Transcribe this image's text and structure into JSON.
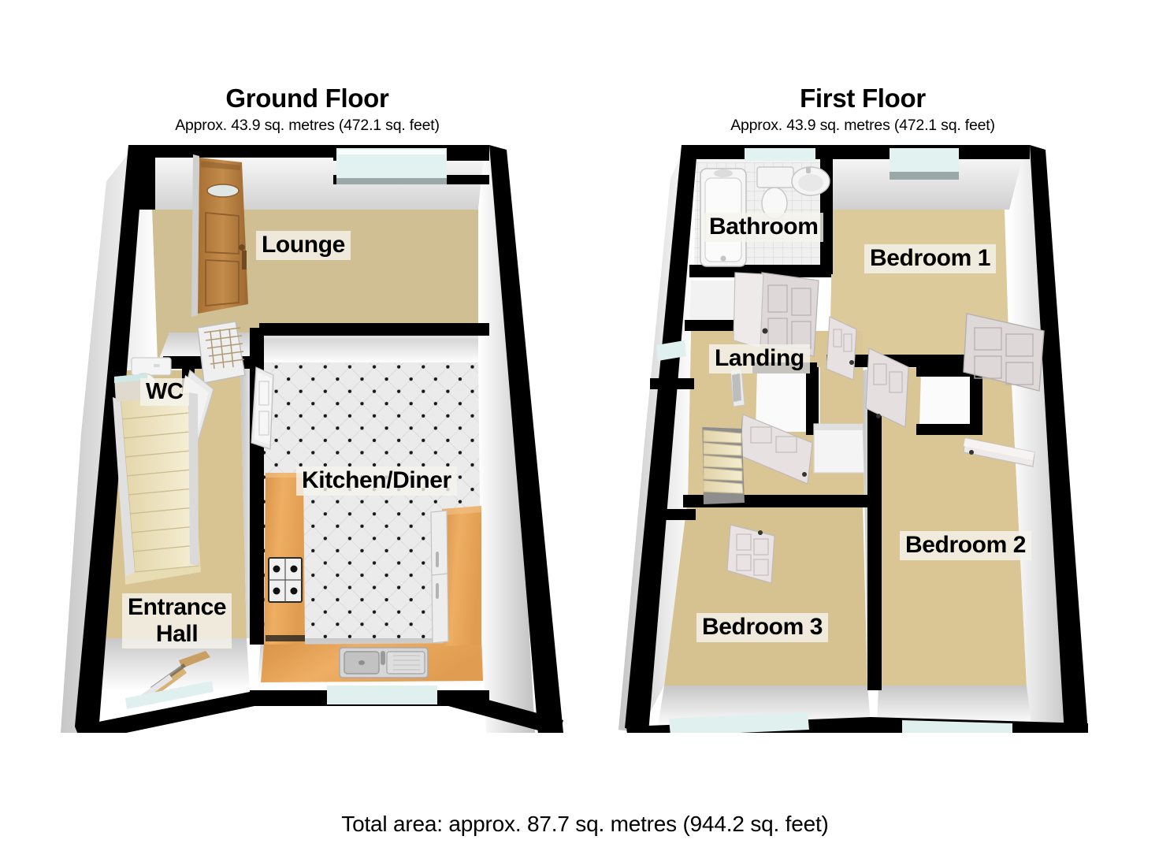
{
  "document": {
    "type": "floorplan",
    "total_area": "Total area: approx. 87.7 sq. metres (944.2 sq. feet)"
  },
  "floors": [
    {
      "id": "ground",
      "title": "Ground Floor",
      "subtitle": "Approx. 43.9 sq. metres (472.1 sq. feet)",
      "rooms": [
        {
          "name": "Lounge",
          "label": "Lounge",
          "floor_finish": "carpet"
        },
        {
          "name": "WC",
          "label": "WC",
          "floor_finish": "carpet"
        },
        {
          "name": "Kitchen/Diner",
          "label": "Kitchen/Diner",
          "floor_finish": "tile"
        },
        {
          "name": "Entrance Hall",
          "label": "Entrance\nHall",
          "floor_finish": "carpet"
        }
      ]
    },
    {
      "id": "first",
      "title": "First Floor",
      "subtitle": "Approx. 43.9 sq. metres (472.1 sq. feet)",
      "rooms": [
        {
          "name": "Bathroom",
          "label": "Bathroom",
          "floor_finish": "tile"
        },
        {
          "name": "Bedroom 1",
          "label": "Bedroom 1",
          "floor_finish": "carpet"
        },
        {
          "name": "Landing",
          "label": "Landing",
          "floor_finish": "carpet"
        },
        {
          "name": "Bedroom 2",
          "label": "Bedroom 2",
          "floor_finish": "carpet"
        },
        {
          "name": "Bedroom 3",
          "label": "Bedroom 3",
          "floor_finish": "carpet"
        }
      ]
    }
  ],
  "labels": {
    "lounge": "Lounge",
    "wc": "WC",
    "kitchen_diner": "Kitchen/Diner",
    "entrance_hall_line1": "Entrance",
    "entrance_hall_line2": "Hall",
    "bathroom": "Bathroom",
    "bedroom1": "Bedroom 1",
    "landing": "Landing",
    "bedroom2": "Bedroom 2",
    "bedroom3": "Bedroom 3"
  },
  "colors": {
    "wall_outer": "#000000",
    "wall_face_light": "#ffffff",
    "wall_face_shade": "#d6d6d6",
    "carpet": "#dcca9a",
    "carpet_dark": "#cbb988",
    "tile": "#e9e9e9",
    "tile_line": "#c9c9c9",
    "tile_dot": "#1a1a1a",
    "counter_wood": "#e8a75c",
    "counter_wood_dark": "#c98a42",
    "front_door_wood": "#b2793c",
    "glass": "#e2f2f0",
    "stair_tread": "#efe6c4",
    "door_panel": "#ded8d8",
    "label_bg": "#f5f4ee",
    "page_bg": "#ffffff",
    "text": "#000000"
  },
  "fixtures": {
    "ground": [
      "front-door",
      "radiator",
      "toilet",
      "staircase",
      "gas-hob",
      "kitchen-sink",
      "fridge",
      "handrail"
    ],
    "first": [
      "bathtub",
      "toilet",
      "washbasin",
      "staircase",
      "internal-doors"
    ]
  }
}
